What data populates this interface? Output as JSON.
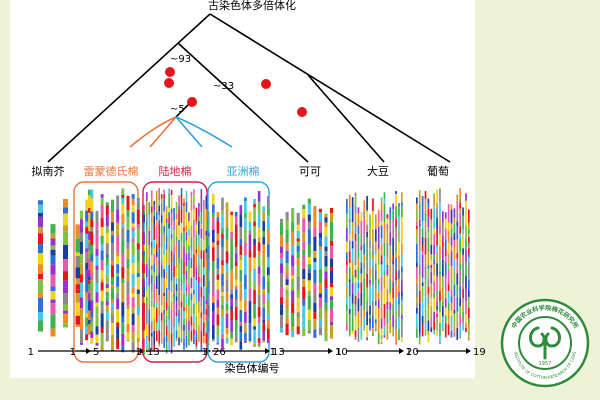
{
  "title": "古染色体多倍体化",
  "axis_label": "染色体编号",
  "node_labels": {
    "n93": "~93",
    "n33": "~33",
    "n5": "~5"
  },
  "groups": [
    {
      "id": "arabidopsis",
      "name": "拟南芥",
      "color": "#000000",
      "count": 5,
      "start_label": "1",
      "end_label": "5",
      "boxed": false
    },
    {
      "id": "raimondii",
      "name": "雷蒙德氏棉",
      "color": "#e8743b",
      "count": 13,
      "start_label": "1",
      "end_label": "13",
      "boxed": true
    },
    {
      "id": "hirsutum",
      "name": "陆地棉",
      "color": "#d0204a",
      "count": 26,
      "start_label": "1",
      "end_label": "26",
      "boxed": true
    },
    {
      "id": "arboreum",
      "name": "亚洲棉",
      "color": "#2fa3dc",
      "count": 13,
      "start_label": "1",
      "end_label": "13",
      "boxed": true
    },
    {
      "id": "cacao",
      "name": "可可",
      "color": "#000000",
      "count": 10,
      "start_label": "1",
      "end_label": "10",
      "boxed": false
    },
    {
      "id": "soybean",
      "name": "大豆",
      "color": "#000000",
      "count": 20,
      "start_label": "1",
      "end_label": "20",
      "boxed": false
    },
    {
      "id": "grape",
      "name": "葡萄",
      "color": "#000000",
      "count": 19,
      "start_label": "1",
      "end_label": "19",
      "boxed": false
    }
  ],
  "colors": {
    "tree_line": "#000000",
    "wgd_event": "#e8141c",
    "cotton_split_left": "#e8743b",
    "cotton_split_right": "#2fa3dc",
    "background": "#eef3d8",
    "logo_green": "#2e8b3a"
  },
  "logo": {
    "text_cn": "中国农业科学院棉花研究所",
    "text_en": "INSTITUTE OF COTTON RESEARCH OF CAAS",
    "year": "1957"
  }
}
